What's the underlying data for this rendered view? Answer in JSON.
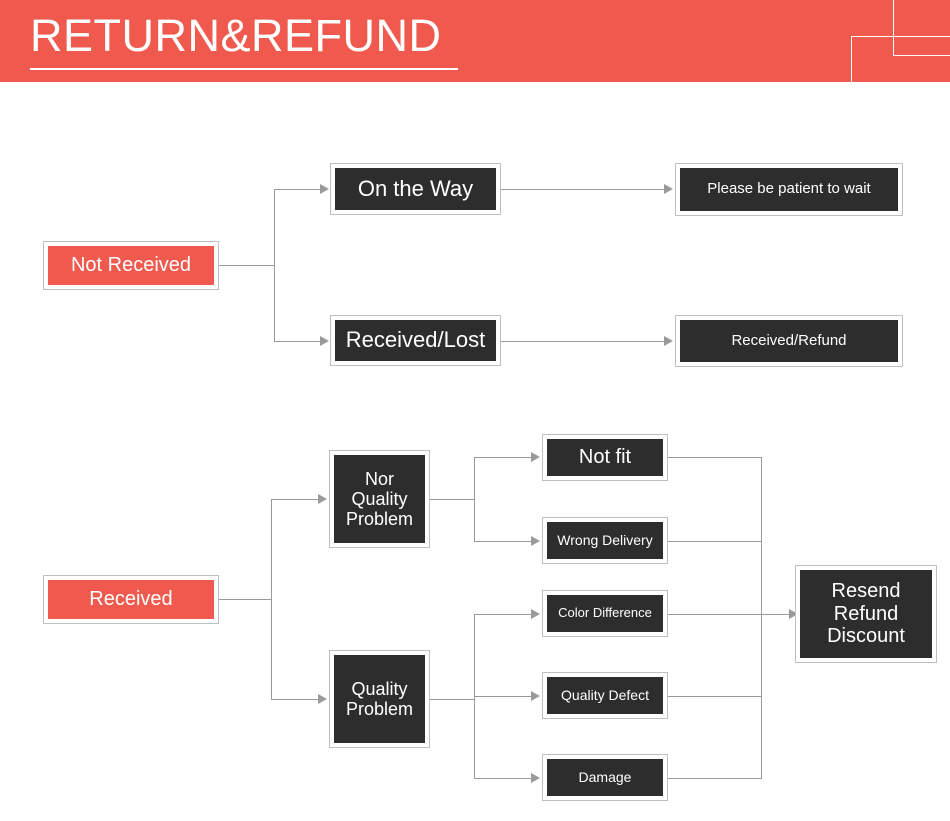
{
  "header": {
    "title": "RETURN&REFUND",
    "background_color": "#f05a4e",
    "text_color": "#ffffff"
  },
  "theme": {
    "accent_color": "#f05a4e",
    "node_fill": "#2d2d2d",
    "node_border": "#bfbfbf",
    "connector_color": "#9a9a9a",
    "page_background": "#ffffff"
  },
  "flow_not_received": {
    "root": {
      "label": "Not Received",
      "style": "accent"
    },
    "branches": [
      {
        "label": "On the Way",
        "outcome": "Please be patient to wait"
      },
      {
        "label": "Received/Lost",
        "outcome": "Received/Refund"
      }
    ]
  },
  "flow_received": {
    "root": {
      "label": "Received",
      "style": "accent"
    },
    "categories": [
      {
        "label": "Nor Quality Problem",
        "reasons": [
          "Not fit",
          "Wrong Delivery"
        ]
      },
      {
        "label": "Quality Problem",
        "reasons": [
          "Color Difference",
          "Quality Defect",
          "Damage"
        ]
      }
    ],
    "resolution": {
      "label": "Resend Refund Discount"
    }
  },
  "nodes": {
    "not_received": "Not Received",
    "on_the_way": "On the Way",
    "please_be_patient": "Please be patient to wait",
    "received_lost": "Received/Lost",
    "received_refund": "Received/Refund",
    "received": "Received",
    "nor_quality_problem_l1": "Nor",
    "nor_quality_problem_l2": "Quality",
    "nor_quality_problem_l3": "Problem",
    "quality_problem_l1": "Quality",
    "quality_problem_l2": "Problem",
    "not_fit": "Not fit",
    "wrong_delivery": "Wrong Delivery",
    "color_difference": "Color Difference",
    "quality_defect": "Quality Defect",
    "damage": "Damage",
    "resend_l1": "Resend",
    "resend_l2": "Refund",
    "resend_l3": "Discount"
  }
}
